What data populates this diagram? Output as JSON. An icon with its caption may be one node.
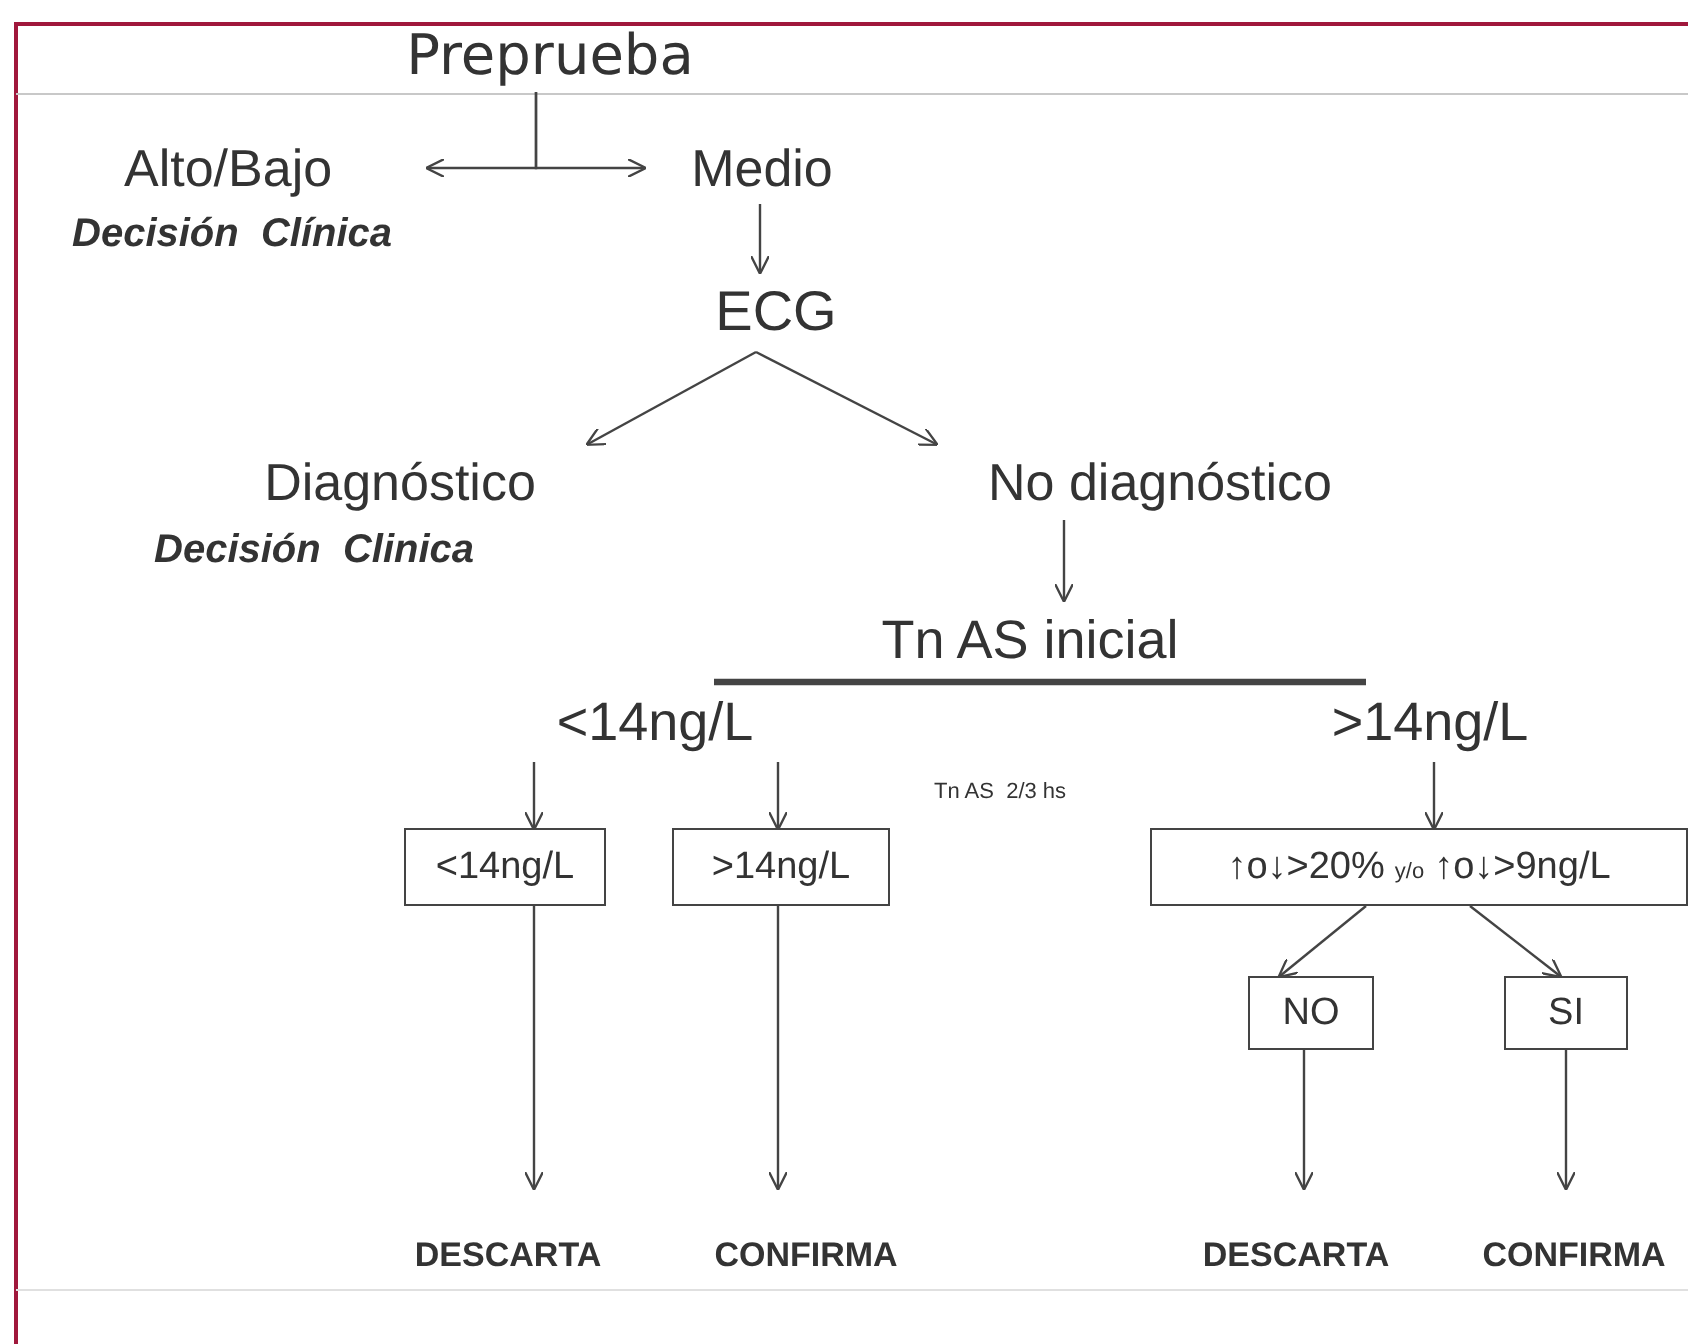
{
  "diagram": {
    "nodes": [
      {
        "text": [
          "Preprueba"
        ]
      },
      {
        "text": [
          "Alto/Bajo"
        ],
        "beside": [
          "Decisión  Clínica"
        ]
      },
      {
        "text": [
          "Medio"
        ]
      },
      {
        "text": [
          "ECG"
        ]
      },
      {
        "text": [
          "Diagnóstico"
        ],
        "beside": [
          "Decisión  Clinica"
        ]
      },
      {
        "text": [
          "No diagnóstico"
        ]
      },
      {
        "text": [
          "Tn AS inicial"
        ]
      },
      {
        "text": [
          "<14ng/L"
        ]
      },
      {
        "text": [
          ">14ng/L"
        ]
      },
      {
        "text": [
          "<14ng/L"
        ]
      },
      {
        "text": [
          ">14ng/L"
        ]
      },
      {
        "text": [
          "↑o↓>20%",
          "y/o",
          "↑o↓>9ng/L"
        ]
      },
      {
        "text": [
          "NO"
        ]
      },
      {
        "text": [
          "SI"
        ]
      },
      {
        "text": [
          "DESCARTA"
        ]
      },
      {
        "text": [
          "CONFIRMA"
        ]
      },
      {
        "text": [
          "DESCARTA"
        ]
      },
      {
        "text": [
          "CONFIRMA"
        ]
      }
    ],
    "edges": [
      {
        "from": 0,
        "to": 1,
        "arrow": "to"
      },
      {
        "from": 0,
        "to": 2,
        "arrow": "to"
      },
      {
        "from": 2,
        "to": 3,
        "arrow": "to"
      },
      {
        "from": 3,
        "to": 4,
        "arrow": "to"
      },
      {
        "from": 3,
        "to": 5,
        "arrow": "to"
      },
      {
        "from": 5,
        "to": 6,
        "arrow": "to"
      },
      {
        "from": 6,
        "to": 7,
        "arrow": "none",
        "style": "thick"
      },
      {
        "from": 6,
        "to": 8,
        "arrow": "none",
        "style": "thick"
      },
      {
        "from": 7,
        "to": 9,
        "arrow": "to"
      },
      {
        "from": 7,
        "to": 10,
        "arrow": "to"
      },
      {
        "from": 8,
        "to": 11,
        "arrow": "to"
      },
      {
        "from": 11,
        "to": 12,
        "arrow": "to"
      },
      {
        "from": 11,
        "to": 13,
        "arrow": "to"
      },
      {
        "from": 9,
        "to": 14,
        "arrow": "to"
      },
      {
        "from": 10,
        "to": 15,
        "arrow": "to"
      },
      {
        "from": 12,
        "to": 16,
        "arrow": "to"
      },
      {
        "from": 13,
        "to": 17,
        "arrow": "to"
      }
    ],
    "labels": [
      "Tn AS  2/3 hs"
    ]
  }
}
